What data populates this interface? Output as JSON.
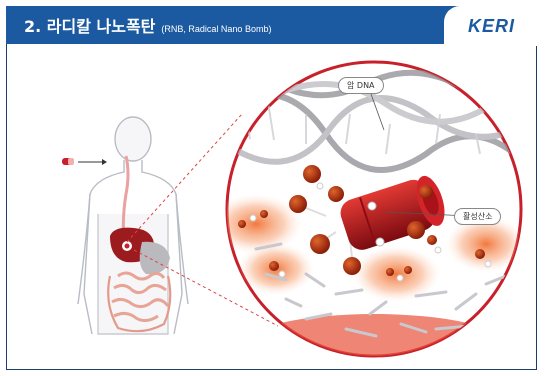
{
  "header": {
    "title": "2. 라디칼 나노폭탄",
    "subtitle": "(RNB, Radical Nano Bomb)"
  },
  "logo": {
    "text": "KERI"
  },
  "labels": {
    "cancer_dna": "암 DNA",
    "active_oxygen": "활성산소"
  },
  "colors": {
    "header_blue": "#1b5aa0",
    "circle_red": "#c8202a",
    "capsule_red": "#b4141e",
    "glow_orange": "#f08040"
  },
  "icons": [
    "pill-icon",
    "arrow-icon",
    "human-body-icon",
    "dna-helix-icon",
    "nano-bomb-capsule-icon"
  ]
}
